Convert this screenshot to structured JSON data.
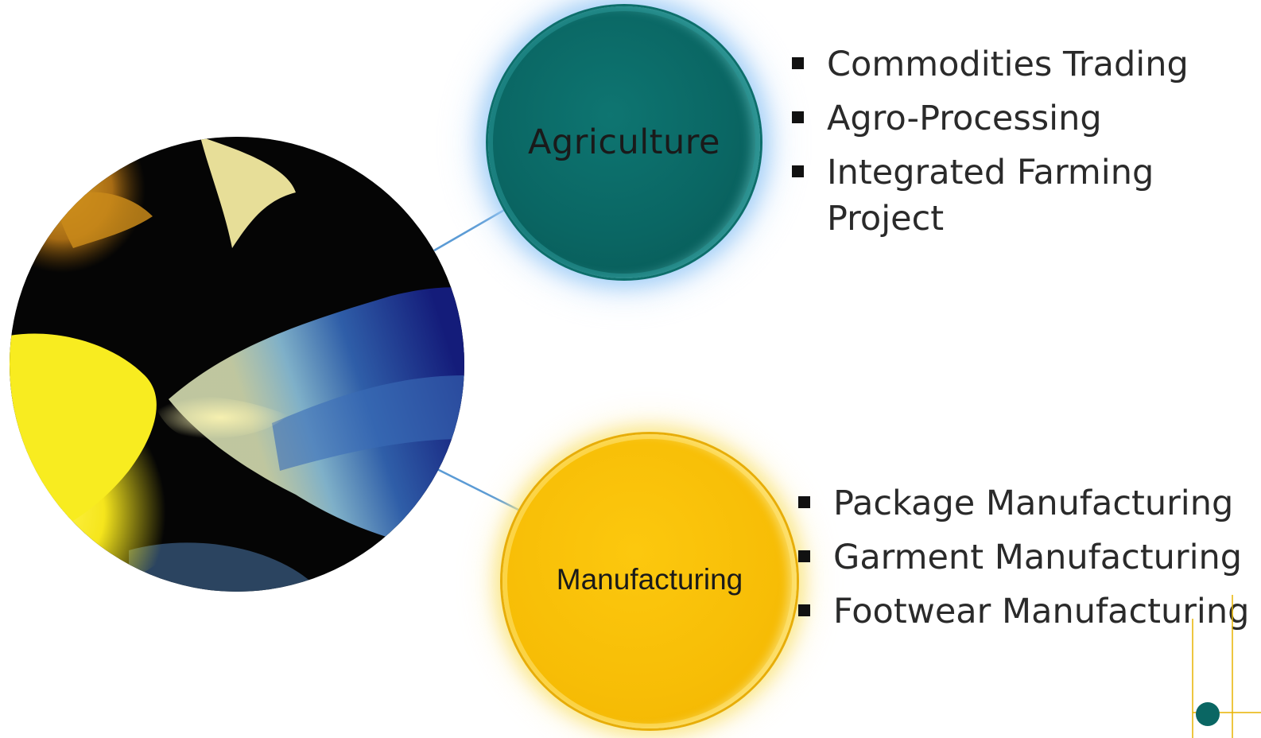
{
  "nodes": {
    "agriculture": {
      "label": "Agriculture",
      "color": "#0a6663"
    },
    "manufacturing": {
      "label": "Manufacturing",
      "color": "#f7bd06"
    }
  },
  "lists": {
    "agriculture": [
      "Commodities Trading",
      "Agro-Processing",
      "Integrated Farming Project"
    ],
    "manufacturing": [
      "Package Manufacturing",
      "Garment Manufacturing",
      "Footwear Manufacturing"
    ]
  },
  "colors": {
    "connector": "#5b9bd5",
    "deco_line": "#e8b400",
    "deco_dot": "#0a6663"
  }
}
